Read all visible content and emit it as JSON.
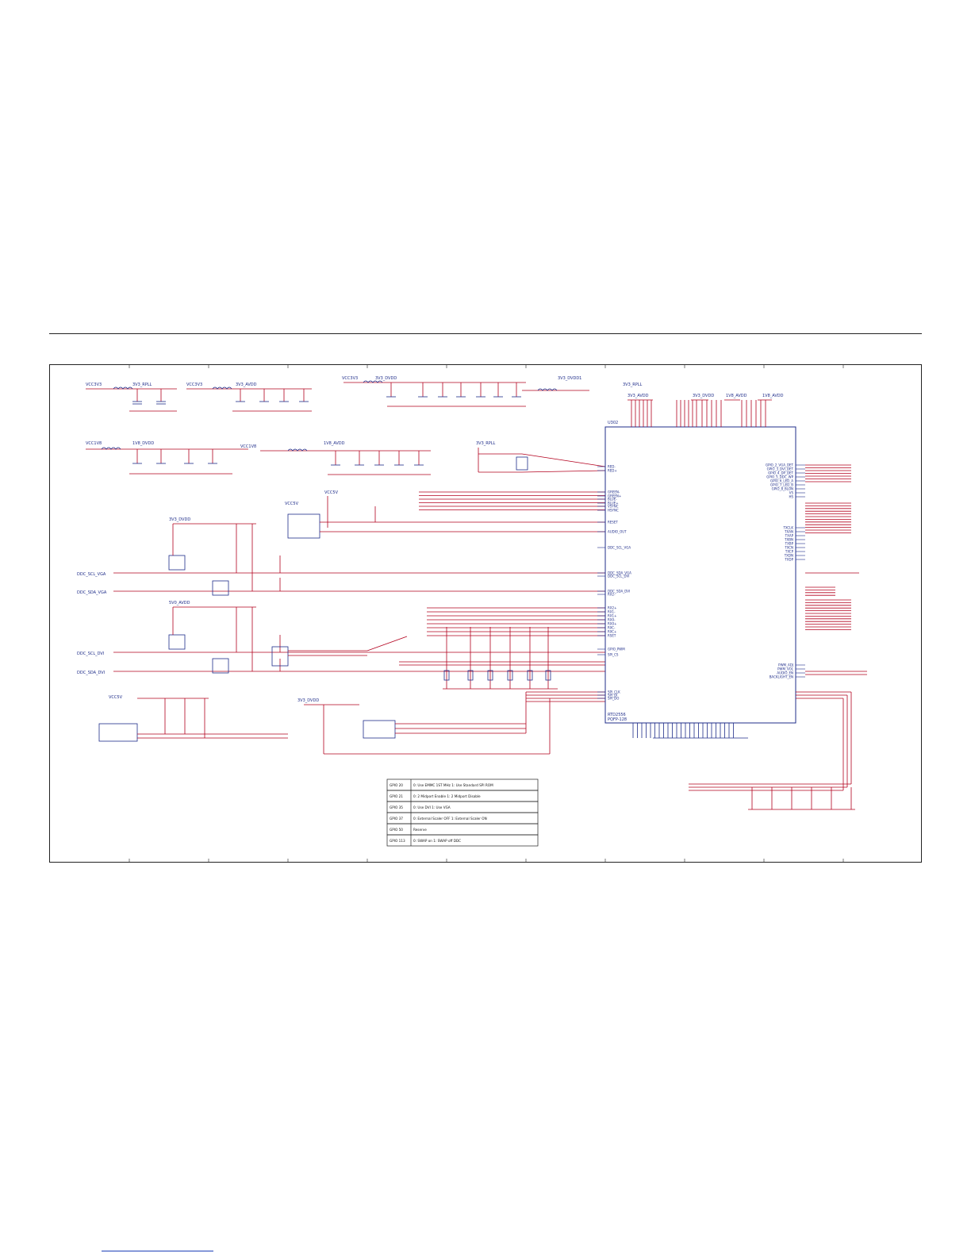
{
  "colors": {
    "wire": "#b3001e",
    "ink": "#1f2d8a",
    "frame": "#222222",
    "ground": "#1f2d8a"
  },
  "supplies": {
    "vcc3v3_a": "VCC3V3",
    "rpll": "3V3_RPLL",
    "vcc3v3_b": "VCC3V3",
    "avdd": "3V3_AVDD",
    "vcc3v3_c": "VCC3V3",
    "dvdd3": "3V3_DVDD",
    "dvdd2": "3V3_DVDD1",
    "vcc1v8": "VCC1V8",
    "dvdd18": "1V8_DVDD",
    "vcc1v8b": "VCC1V8",
    "avdd18": "1V8_AVDD",
    "rpll2": "3V3_RPLL",
    "vcc5v": "VCC5V",
    "vcc5v2": "VCC5V",
    "dvdd_top": "3V3_DVDD",
    "avdd_top": "5V0_AVDD",
    "vcc5v_b": "VCC5V",
    "avdd_mid": "1V8_AVDD"
  },
  "ic": {
    "ref": "U302",
    "part": "RTD2556",
    "package": "PQFP-128"
  },
  "ic_right_pins": [
    "GPIO_2_VGA_DET",
    "GPIO_3_DVI_DET",
    "GPIO_4_DP_DET",
    "GPIO_5_DDC_WP",
    "GPIO_6_LED_A",
    "GPIO_7_LED_B",
    "GPIO_8_BLON",
    "VS",
    "HS",
    "TXCLK",
    "TXAN",
    "TXAP",
    "TXBN",
    "TXBP",
    "TXCN",
    "TXCP",
    "TXDN",
    "TXDP",
    "PWM_ADJ",
    "PWM_VOL",
    "AUDIO_EN",
    "BACKLIGHT_EN"
  ],
  "ic_left_pins": [
    "RED-",
    "RED+",
    "GREEN-",
    "GREEN+",
    "BLUE-",
    "BLUE+",
    "VSYNC",
    "HSYNC",
    "RESET",
    "AUDIO_OUT",
    "DDC_SCL_VGA",
    "DDC_SDA_VGA",
    "DDC_SCL_DVI",
    "DDC_SDA_DVI",
    "RX2-",
    "RX2+",
    "RX1-",
    "RX1+",
    "RX0-",
    "RX0+",
    "RXC-",
    "RXC+",
    "RSET",
    "GPIO_PWM",
    "SPI_CS",
    "SPI_CLK",
    "SPI_DI",
    "SPI_DO"
  ],
  "connectors": {
    "ddc_scl_vga": "DDC_SCL_VGA",
    "ddc_sda_vga": "DDC_SDA_VGA",
    "ddc_scl_dvi": "DDC_SCL_DVI",
    "ddc_sda_dvi": "DDC_SDA_DVI"
  },
  "notes": [
    [
      "GPIO 20",
      "0: Use EMMC 1ST MHz   1: Use Standard SPI ROM"
    ],
    [
      "GPIO 21",
      "0: 2 Midport Enable  1: 2 Midport Disable"
    ],
    [
      "GPIO 35",
      "0: Use DVI  1: Use VGA"
    ],
    [
      "GPIO 37",
      "0: External Scaler OFF  1: External Scaler ON"
    ],
    [
      "GPIO 50",
      "Reserve"
    ],
    [
      "GPIO 113",
      "0: SWAP on  1: SWAP off DDC"
    ]
  ]
}
